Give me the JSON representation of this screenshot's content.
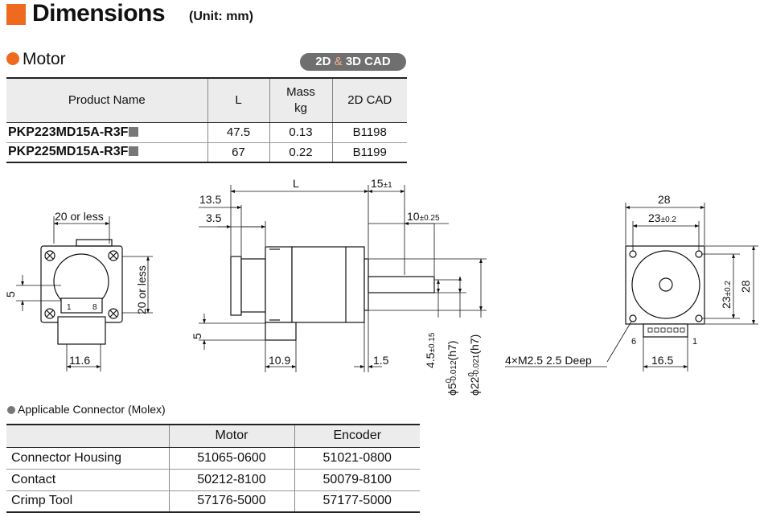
{
  "header": {
    "title": "Dimensions",
    "unit": "(Unit: mm)"
  },
  "section": {
    "title": "Motor"
  },
  "cad_badge": {
    "left": "2D",
    "amp": "&",
    "right": "3D CAD"
  },
  "product_table": {
    "headers": [
      "Product Name",
      "L",
      "Mass",
      "kg",
      "2D CAD"
    ],
    "rows": [
      [
        "PKP223MD15A-R3F",
        "47.5",
        "0.13",
        "B1198"
      ],
      [
        "PKP225MD15A-R3F",
        "67",
        "0.22",
        "B1199"
      ]
    ]
  },
  "drawing": {
    "front": {
      "top_dim": "20 or less",
      "side_dim": "20 or less",
      "left_dim": "5",
      "bottom_dim": "11.6",
      "pin_1": "1",
      "pin_8": "8"
    },
    "side": {
      "dim_L": "L",
      "dim_15": "15",
      "dim_15_tol": "±1",
      "dim_13_5": "13.5",
      "dim_3_5": "3.5",
      "dim_10": "10",
      "dim_10_tol": "±0.25",
      "dim_5_left": "5",
      "dim_10_9": "10.9",
      "dim_1_5": "1.5",
      "dim_4_5": "4.5",
      "dim_4_5_tol": "±0.15",
      "dim_phi5": "ϕ5",
      "dim_phi5_tol": "-0.012",
      "dim_phi5_tol_top": "0",
      "dim_phi5_fit": "(h7)",
      "dim_phi22": "ϕ22",
      "dim_phi22_tol": "-0.021",
      "dim_phi22_tol_top": "0",
      "dim_phi22_fit": "(h7)"
    },
    "end": {
      "dim_28_top": "28",
      "dim_23_top": "23",
      "dim_23_top_tol": "±0.2",
      "dim_23_side": "23",
      "dim_23_side_tol": "±0.2",
      "dim_28_side": "28",
      "pin_6": "6",
      "pin_1": "1",
      "dim_16_5": "16.5",
      "thread_note": "4×M2.5 2.5 Deep"
    }
  },
  "connector": {
    "title": "Applicable Connector (Molex)",
    "headers": [
      "",
      "Motor",
      "Encoder"
    ],
    "rows": [
      [
        "Connector Housing",
        "51065-0600",
        "51021-0800"
      ],
      [
        "Contact",
        "50212-8100",
        "50079-8100"
      ],
      [
        "Crimp Tool",
        "57176-5000",
        "57177-5000"
      ]
    ]
  }
}
